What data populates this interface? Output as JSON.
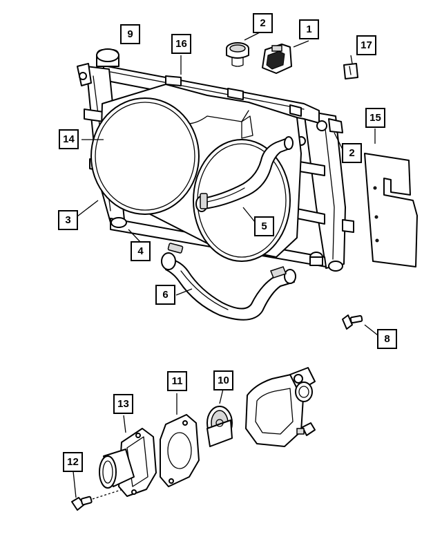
{
  "callouts": [
    {
      "id": "c1",
      "label": "1"
    },
    {
      "id": "c2a",
      "label": "2"
    },
    {
      "id": "c2b",
      "label": "2"
    },
    {
      "id": "c3",
      "label": "3"
    },
    {
      "id": "c4",
      "label": "4"
    },
    {
      "id": "c5",
      "label": "5"
    },
    {
      "id": "c6",
      "label": "6"
    },
    {
      "id": "c8",
      "label": "8"
    },
    {
      "id": "c9",
      "label": "9"
    },
    {
      "id": "c10",
      "label": "10"
    },
    {
      "id": "c11",
      "label": "11"
    },
    {
      "id": "c12",
      "label": "12"
    },
    {
      "id": "c13",
      "label": "13"
    },
    {
      "id": "c14",
      "label": "14"
    },
    {
      "id": "c15",
      "label": "15"
    },
    {
      "id": "c16",
      "label": "16"
    },
    {
      "id": "c17",
      "label": "17"
    }
  ]
}
